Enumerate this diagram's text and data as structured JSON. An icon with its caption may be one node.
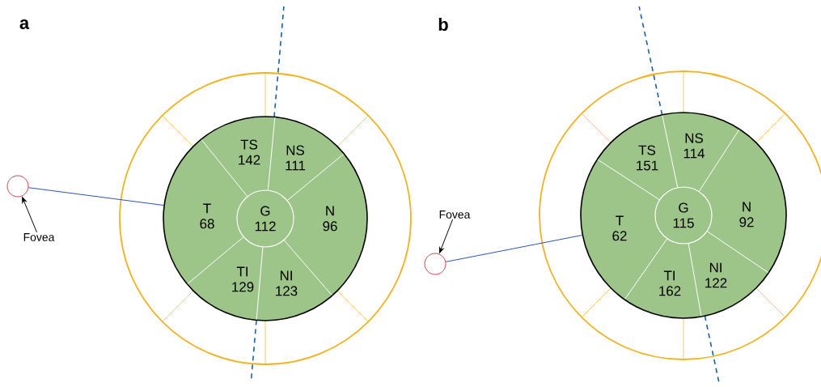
{
  "diagram": {
    "nodes": [
      {
        "text": [],
        "shape": "circle"
      },
      {
        "text": [],
        "shape": "circle",
        "in": 0
      },
      {
        "text": [
          "TS",
          "142"
        ],
        "in": 1
      },
      {
        "text": [
          "NS",
          "111"
        ],
        "in": 1
      },
      {
        "text": [
          "T",
          "68"
        ],
        "in": 1
      },
      {
        "text": [
          "G",
          "112"
        ],
        "in": 1
      },
      {
        "text": [
          "N",
          "96"
        ],
        "in": 1
      },
      {
        "text": [
          "TI",
          "129"
        ],
        "in": 1
      },
      {
        "text": [
          "NI",
          "123"
        ],
        "in": 1
      },
      {
        "text": [],
        "shape": "circle"
      },
      {
        "text": [
          "Fovea"
        ]
      },
      {
        "text": [],
        "shape": "circle"
      },
      {
        "text": [],
        "shape": "circle",
        "in": 11
      },
      {
        "text": [
          "TS",
          "151"
        ],
        "in": 12
      },
      {
        "text": [
          "NS",
          "114"
        ],
        "in": 12
      },
      {
        "text": [
          "T",
          "62"
        ],
        "in": 12
      },
      {
        "text": [
          "G",
          "115"
        ],
        "in": 12
      },
      {
        "text": [
          "N",
          "92"
        ],
        "in": 12
      },
      {
        "text": [
          "TI",
          "162"
        ],
        "in": 12
      },
      {
        "text": [
          "NI",
          "122"
        ],
        "in": 12
      },
      {
        "text": [],
        "shape": "circle"
      },
      {
        "text": [
          "Fovea"
        ]
      }
    ],
    "edges": [
      {
        "from": 9,
        "to": 1,
        "arrow": "none",
        "color": "#2a56a8"
      },
      {
        "from": 10,
        "to": 9,
        "arrow": "to",
        "color": "#000000"
      },
      {
        "from": 20,
        "to": 12,
        "arrow": "none",
        "color": "#2a56a8"
      },
      {
        "from": 21,
        "to": 20,
        "arrow": "to",
        "color": "#000000"
      }
    ],
    "labels": [
      "a",
      "b"
    ]
  }
}
